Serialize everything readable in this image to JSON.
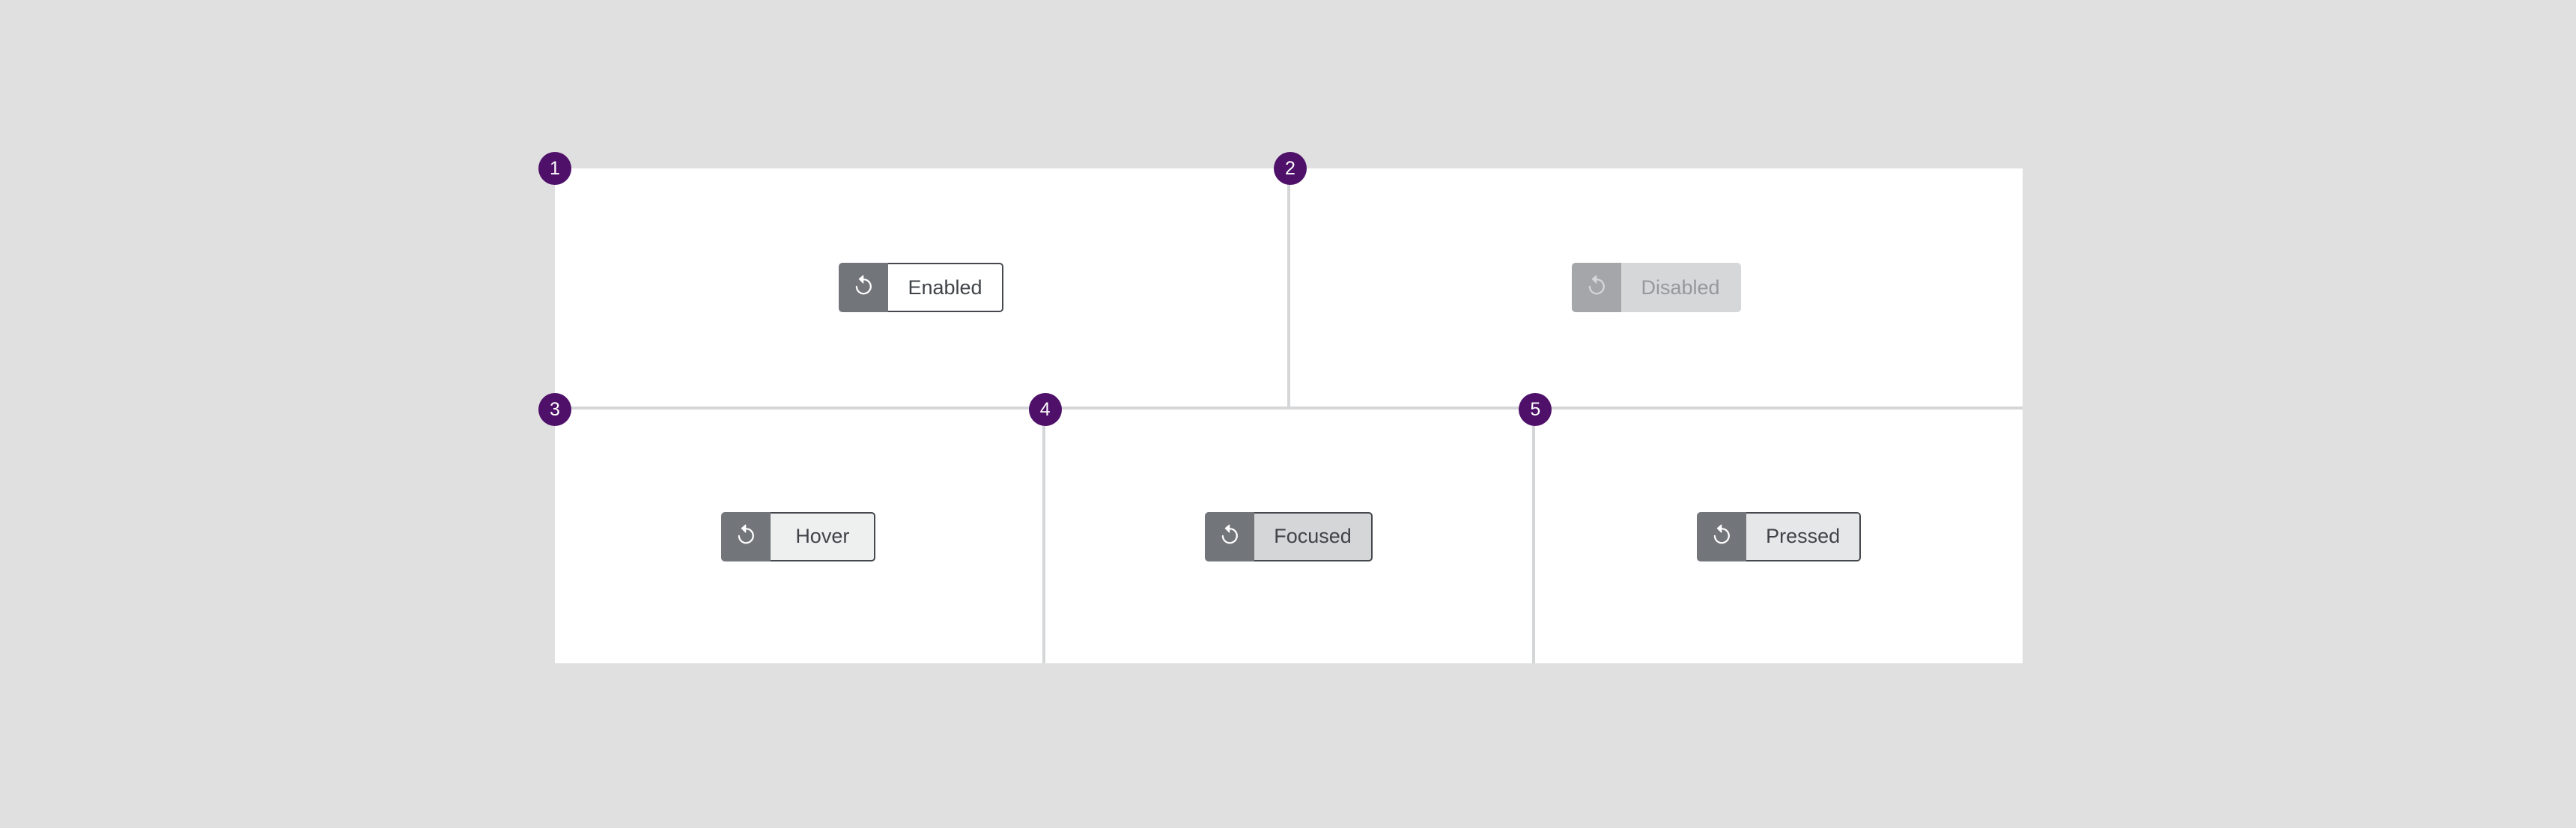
{
  "page": {
    "background_color": "#e0e0e0",
    "grid_gutter_color": "#d4d6d8",
    "cell_background": "#ffffff",
    "badge_color": "#4e1069"
  },
  "icon": {
    "name": "refresh-icon",
    "glyph": "circular-arrow-clockwise",
    "color": "#ffffff"
  },
  "states": [
    {
      "badge": "1",
      "state": "enabled",
      "label": "Enabled",
      "icon_bg": "#72757a",
      "label_bg": "#ffffff",
      "label_color": "#404348",
      "border_color": "#45484d",
      "ripple": false
    },
    {
      "badge": "2",
      "state": "disabled",
      "label": "Disabled",
      "icon_bg": "#a4a6a9",
      "label_bg": "#d6d7d9",
      "label_color": "#96989c",
      "border_color": "#d6d7d9",
      "ripple": false
    },
    {
      "badge": "3",
      "state": "hover",
      "label": "Hover",
      "icon_bg": "#72757a",
      "label_bg": "#eef0f0",
      "label_color": "#404348",
      "border_color": "#45484d",
      "ripple": false
    },
    {
      "badge": "4",
      "state": "focused",
      "label": "Focused",
      "icon_bg": "#72757a",
      "label_bg": "#d4d6d7",
      "label_color": "#404348",
      "border_color": "#45484d",
      "ripple": false
    },
    {
      "badge": "5",
      "state": "pressed",
      "label": "Pressed",
      "icon_bg": "#72757a",
      "label_bg": "#ffffff",
      "label_color": "#404348",
      "border_color": "#45484d",
      "ripple": true,
      "ripple_color": "#e6e7e8"
    }
  ]
}
